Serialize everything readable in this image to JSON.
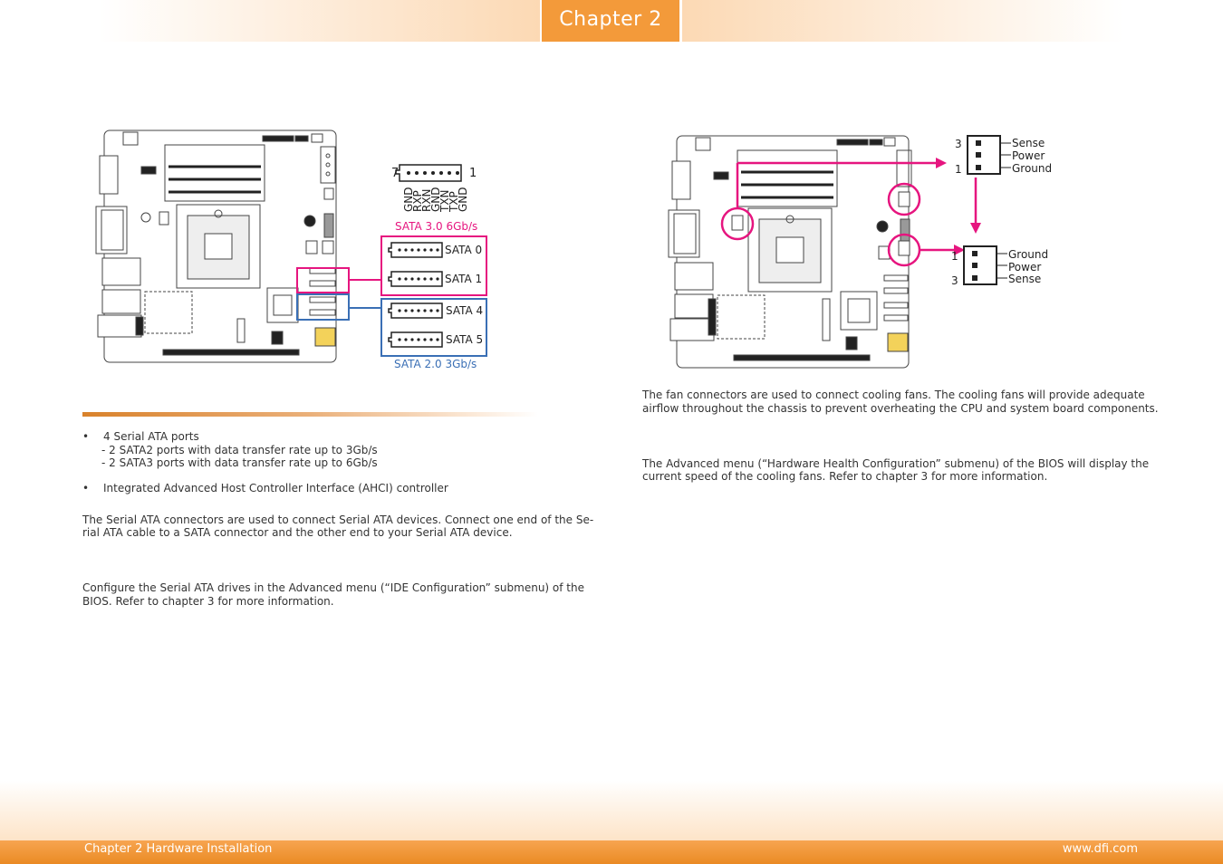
{
  "header": {
    "chapter_tab": "Chapter 2"
  },
  "sata_diagram": {
    "pin_first": "7",
    "pin_last": "1",
    "pin_signals": [
      "GND",
      "RXP",
      "RXN",
      "GND",
      "TXN",
      "TXP",
      "GND"
    ],
    "group_sata3_label": "SATA 3.0 6Gb/s",
    "group_sata2_label": "SATA 2.0 3Gb/s",
    "ports": [
      "SATA 0",
      "SATA 1",
      "SATA 4",
      "SATA 5"
    ],
    "colors": {
      "sata3": "#e6157f",
      "sata2": "#3a6fb5"
    }
  },
  "fan_diagram": {
    "top_pins": {
      "top": "3",
      "bottom": "1"
    },
    "top_signals": [
      "Sense",
      "Power",
      "Ground"
    ],
    "bottom_pins": {
      "top": "1",
      "bottom": "3"
    },
    "bottom_signals": [
      "Ground",
      "Power",
      "Sense"
    ],
    "colors": {
      "highlight": "#e6157f"
    }
  },
  "left_column": {
    "features": [
      {
        "title": "4 Serial ATA ports",
        "sub": [
          "- 2 SATA2 ports with data transfer rate up to 3Gb/s",
          "- 2 SATA3 ports with data transfer rate up to 6Gb/s"
        ]
      },
      {
        "title": "Integrated Advanced Host Controller Interface (AHCI) controller",
        "sub": []
      }
    ],
    "bullet": "•",
    "para1_line1": "The Serial ATA connectors are used to connect Serial ATA devices. Connect one end of the Se-",
    "para1_line2": "rial ATA cable to a SATA connector and the other end to your Serial ATA device.",
    "para2_line1": "Configure the Serial ATA drives in the Advanced menu (“IDE Configuration” submenu) of the",
    "para2_line2": "BIOS. Refer to chapter 3 for more information."
  },
  "right_column": {
    "para1_line1": "The fan connectors are used to connect cooling fans. The cooling fans will provide adequate",
    "para1_line2": "airflow throughout the chassis to prevent overheating the CPU and system board components.",
    "para2_line1": "The Advanced menu (“Hardware Health Configuration” submenu) of the BIOS will display the",
    "para2_line2": "current speed of the cooling fans. Refer to chapter 3 for more information."
  },
  "footer": {
    "left": "Chapter 2 Hardware Installation",
    "right": "www.dfi.com"
  }
}
